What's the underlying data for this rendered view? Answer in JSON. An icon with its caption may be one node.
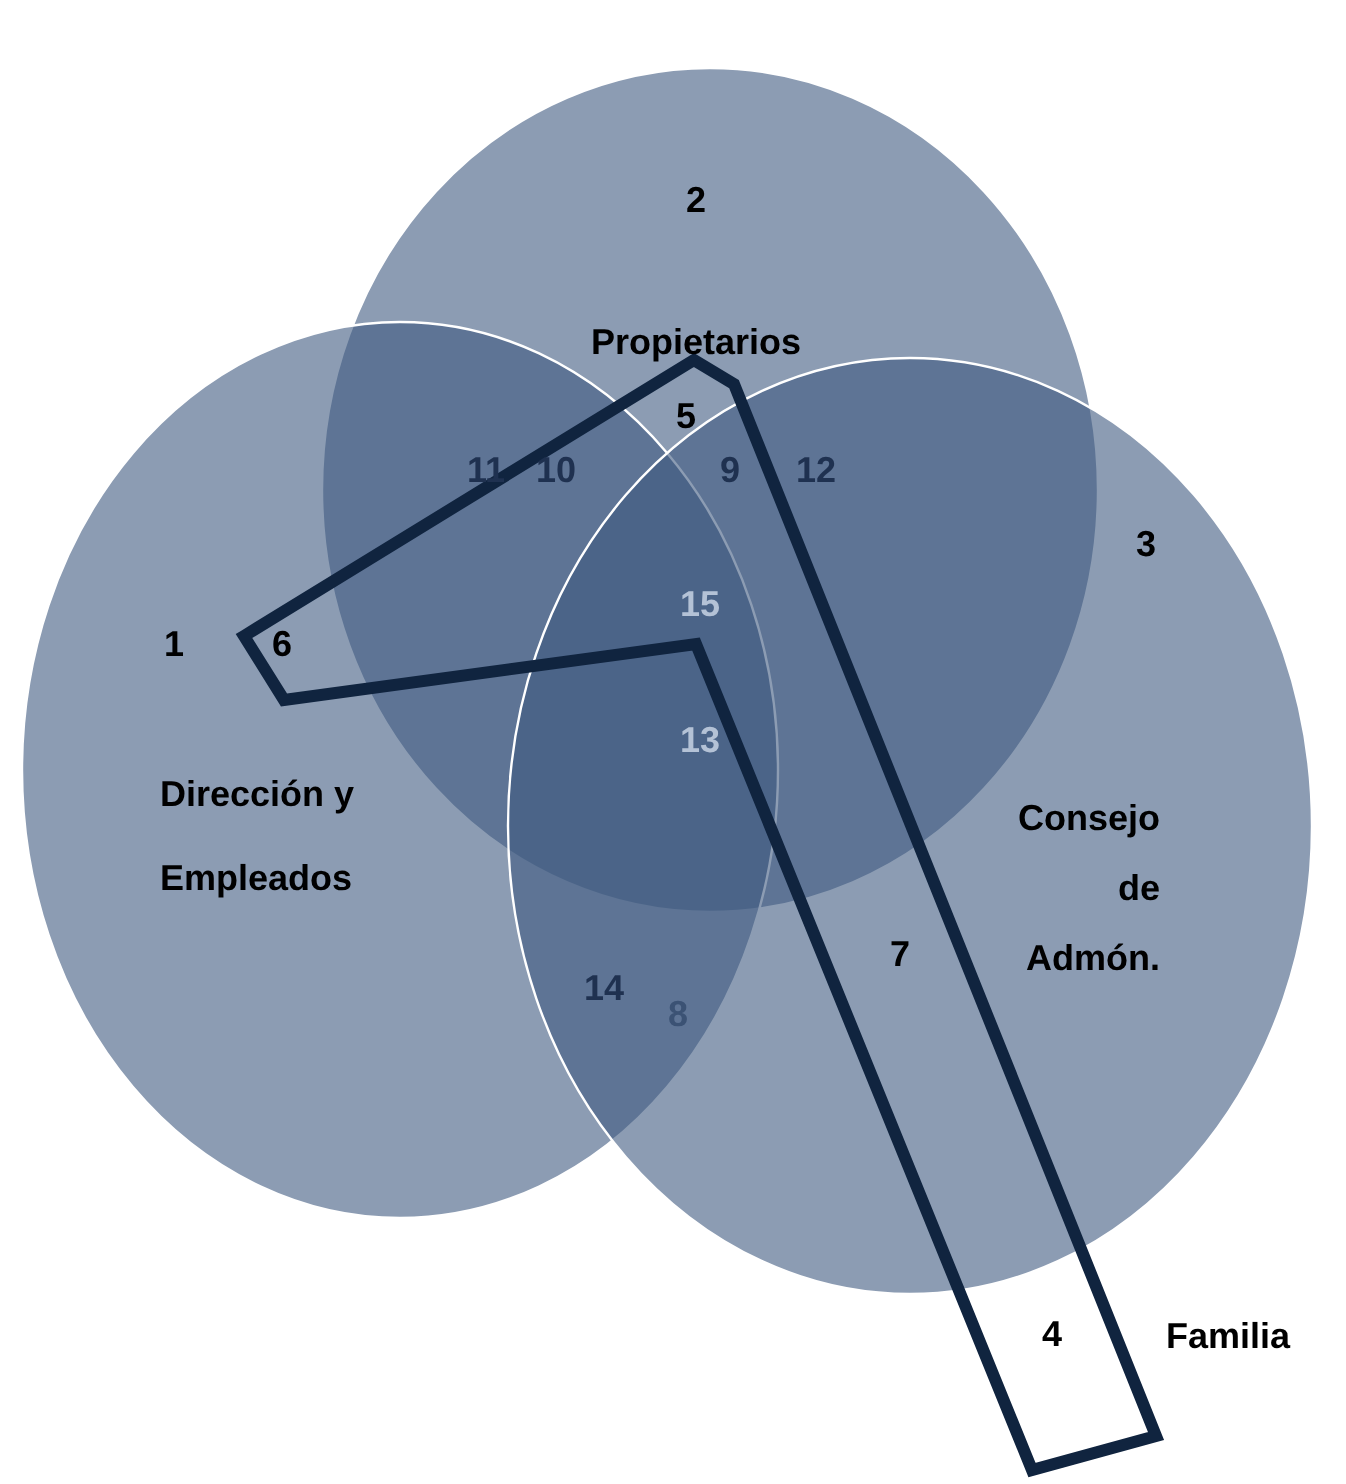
{
  "diagram": {
    "nodes": [
      {
        "text": [
          "Propietarios"
        ]
      },
      {
        "text": [
          "Dirección y Empleados"
        ]
      },
      {
        "text": [
          "Consejo de Admón."
        ]
      },
      {
        "text": [
          "Familia"
        ]
      }
    ],
    "labels": [
      "2",
      "5",
      "11",
      "10",
      "9",
      "12",
      "3",
      "15",
      "1",
      "6",
      "13",
      "7",
      "14",
      "8",
      "4"
    ]
  }
}
